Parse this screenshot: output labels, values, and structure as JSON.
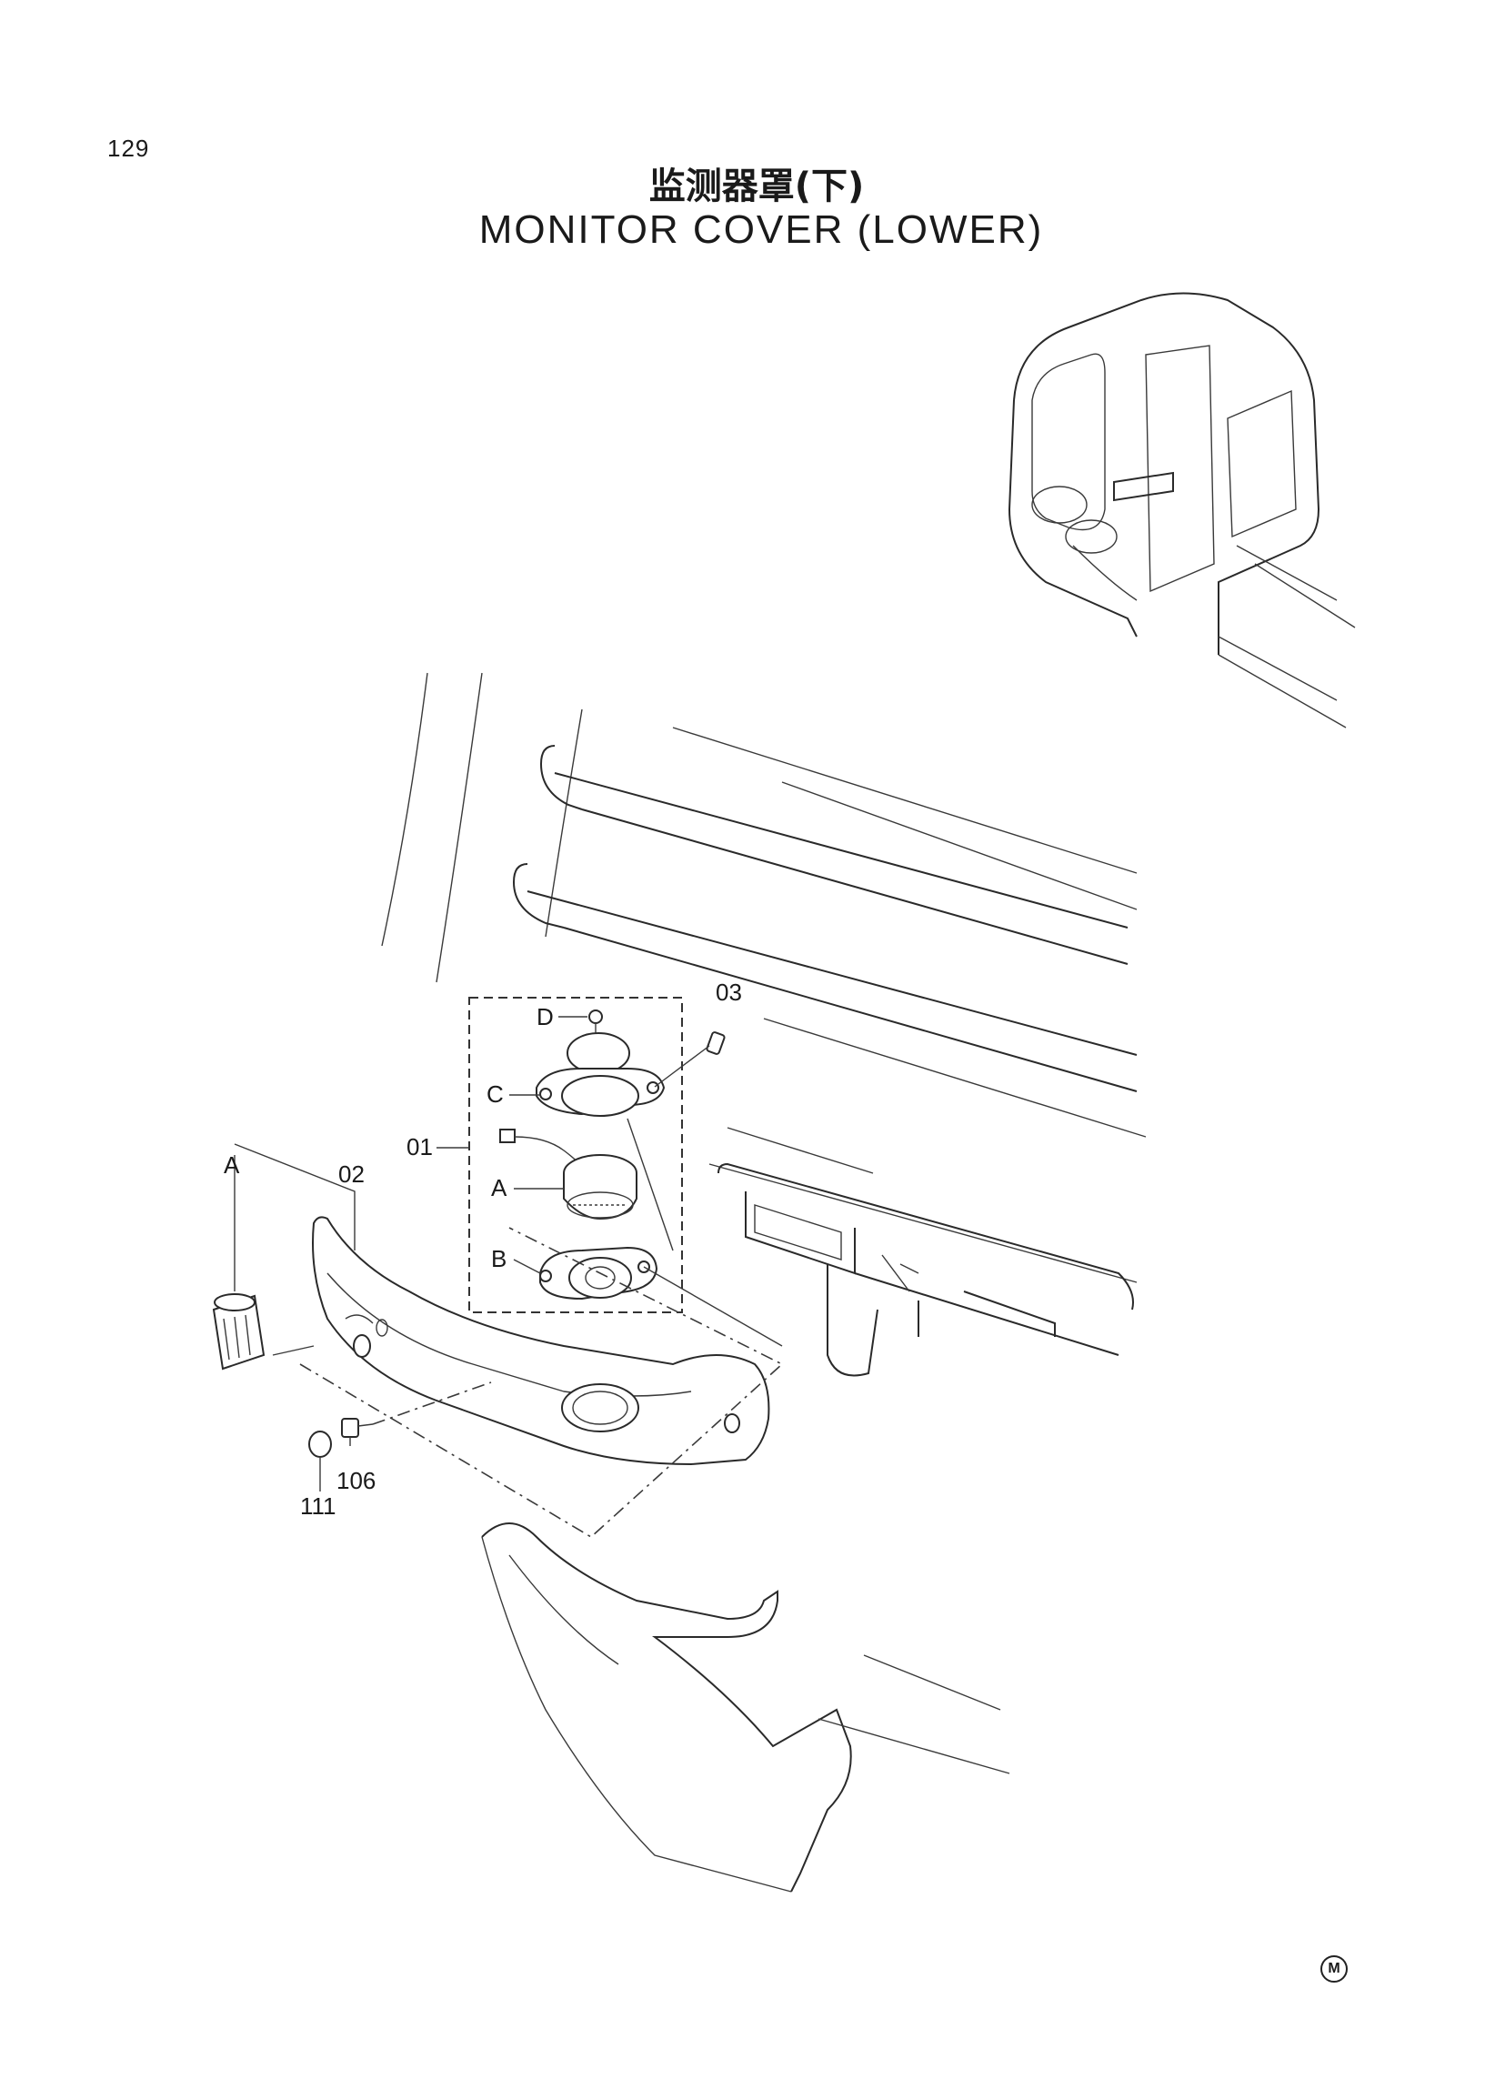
{
  "page": {
    "number": "129"
  },
  "title": {
    "chinese": "监测器罩(下)",
    "english": "MONITOR COVER (LOWER)"
  },
  "callouts": {
    "p01": "01",
    "p02": "02",
    "p03": "03",
    "p106": "106",
    "p111": "111",
    "sub_a": "A",
    "sub_b": "B",
    "sub_c": "C",
    "sub_d": "D",
    "view_a": "A"
  },
  "footer": {
    "mark": "M"
  }
}
